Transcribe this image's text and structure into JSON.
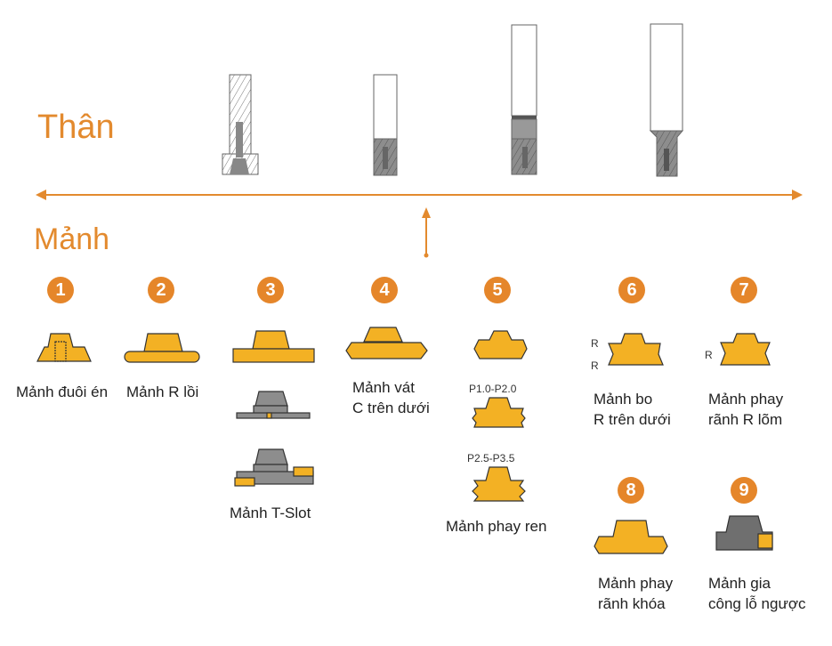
{
  "headings": {
    "body": "Thân",
    "insert": "Mảnh"
  },
  "colors": {
    "accent": "#e38a2e",
    "insert": "#f3b124",
    "gray": "#8a8a8a"
  },
  "inserts": [
    {
      "num": "1",
      "label": [
        "Mảnh đuôi én"
      ]
    },
    {
      "num": "2",
      "label": [
        "Mảnh R lồi"
      ]
    },
    {
      "num": "3",
      "label": [
        "Mảnh T-Slot"
      ]
    },
    {
      "num": "4",
      "label": [
        "Mảnh vát",
        "C trên dưới"
      ]
    },
    {
      "num": "5",
      "label": [
        "Mảnh phay ren"
      ],
      "pitch": [
        "P1.0-P2.0",
        "P2.5-P3.5"
      ]
    },
    {
      "num": "6",
      "label": [
        "Mảnh bo",
        "R trên dưới"
      ],
      "marks": [
        "R",
        "R"
      ]
    },
    {
      "num": "7",
      "label": [
        "Mảnh phay",
        "rãnh R lõm"
      ],
      "marks": [
        "R"
      ]
    },
    {
      "num": "8",
      "label": [
        "Mảnh phay",
        "rãnh khóa"
      ]
    },
    {
      "num": "9",
      "label": [
        "Mảnh gia",
        "công lỗ ngược"
      ]
    }
  ]
}
